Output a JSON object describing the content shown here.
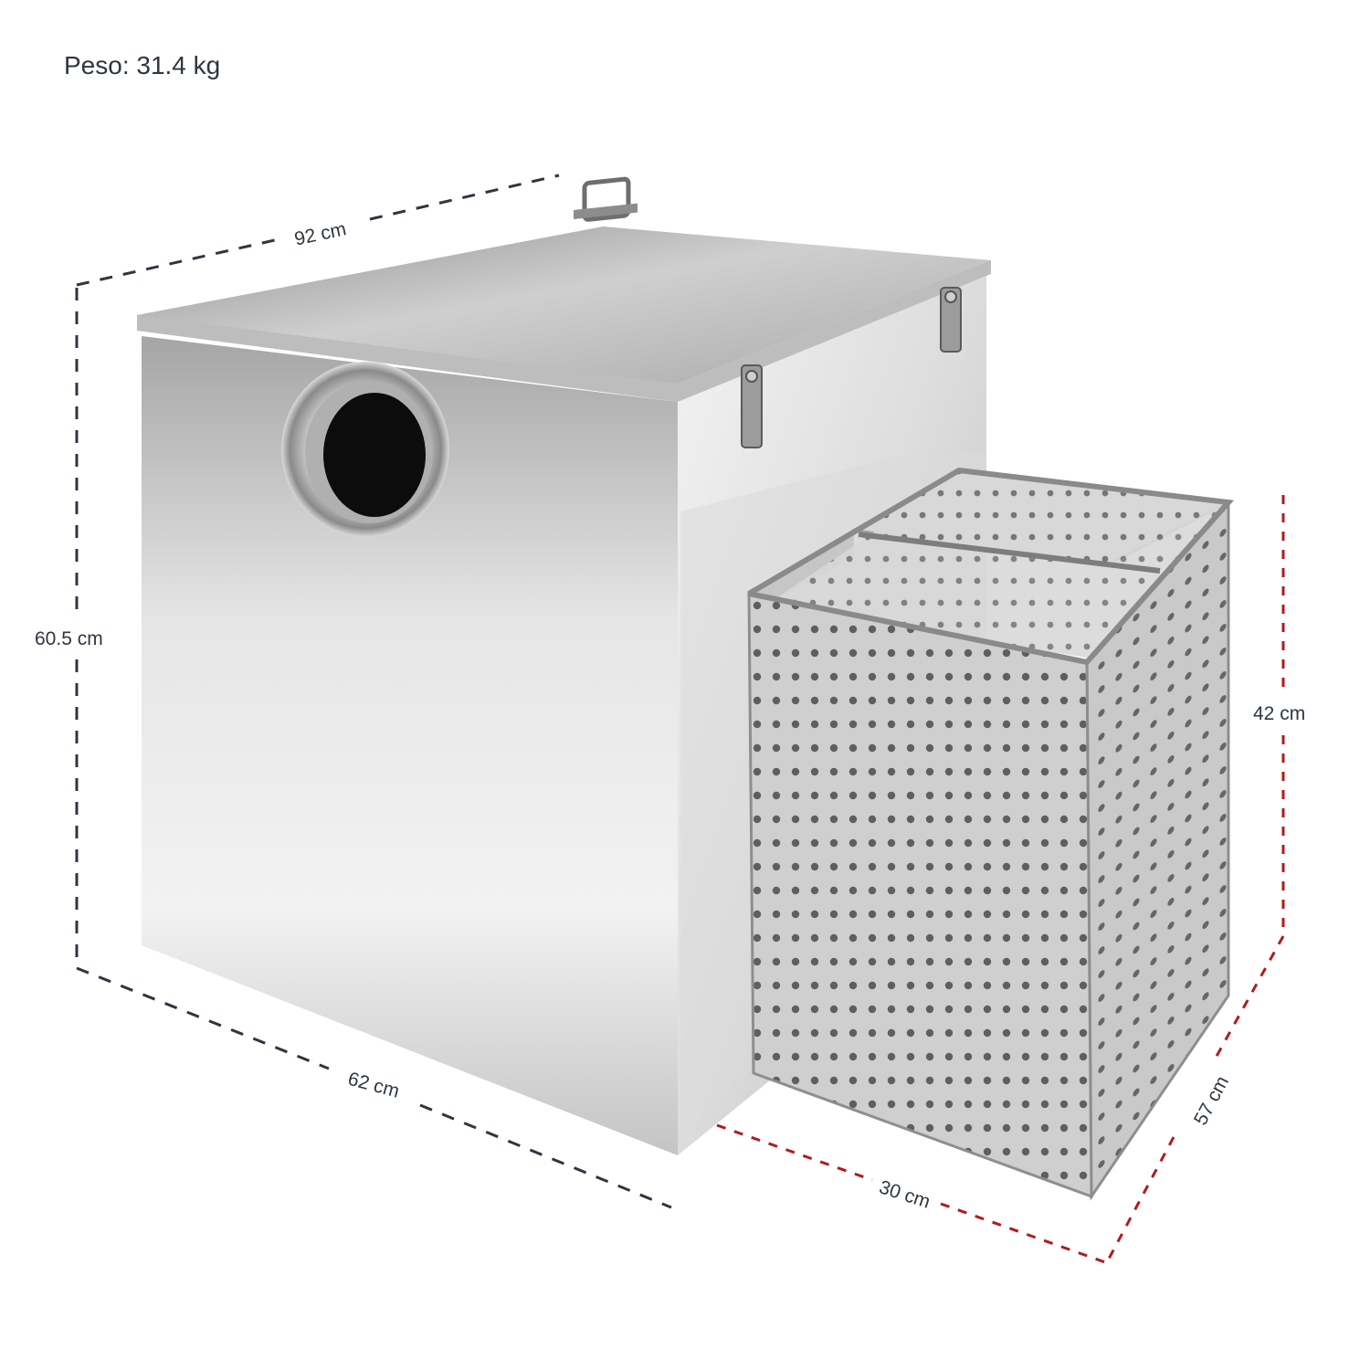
{
  "weight": "Peso: 31.4 kg",
  "dimensions": {
    "tank_width": "92 cm",
    "tank_height": "60.5 cm",
    "tank_depth": "62 cm",
    "basket_height": "42 cm",
    "basket_width": "30 cm",
    "basket_depth": "57 cm"
  },
  "colors": {
    "tank_dimension_line": "#2e3640",
    "basket_dimension_line": "#b31b1b",
    "steel_light": "#e8e8e8",
    "steel_dark": "#9a9a9a"
  }
}
